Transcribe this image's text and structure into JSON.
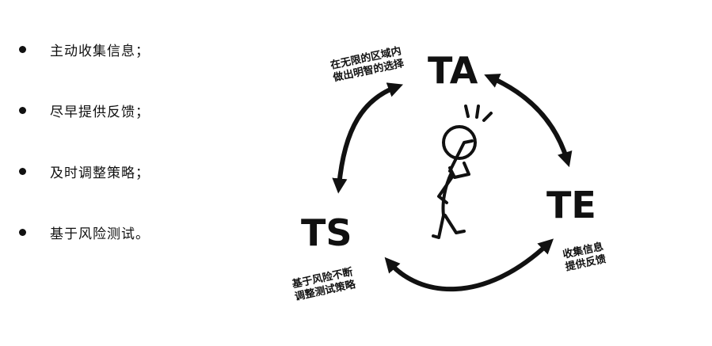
{
  "bullets": [
    {
      "text": "主动收集信息；"
    },
    {
      "text": "尽早提供反馈；"
    },
    {
      "text": "及时调整策略；"
    },
    {
      "text": "基于风险测试。"
    }
  ],
  "diagram": {
    "nodes": {
      "ta": "TA",
      "te": "TE",
      "ts": "TS"
    },
    "notes": {
      "ta_line1": "在无限的区域内",
      "ta_line2": "做出明智的选择",
      "te_line1": "收集信息",
      "te_line2": "提供反馈",
      "ts_line1": "基于风险不断",
      "ts_line2": "调整测试策略"
    }
  }
}
